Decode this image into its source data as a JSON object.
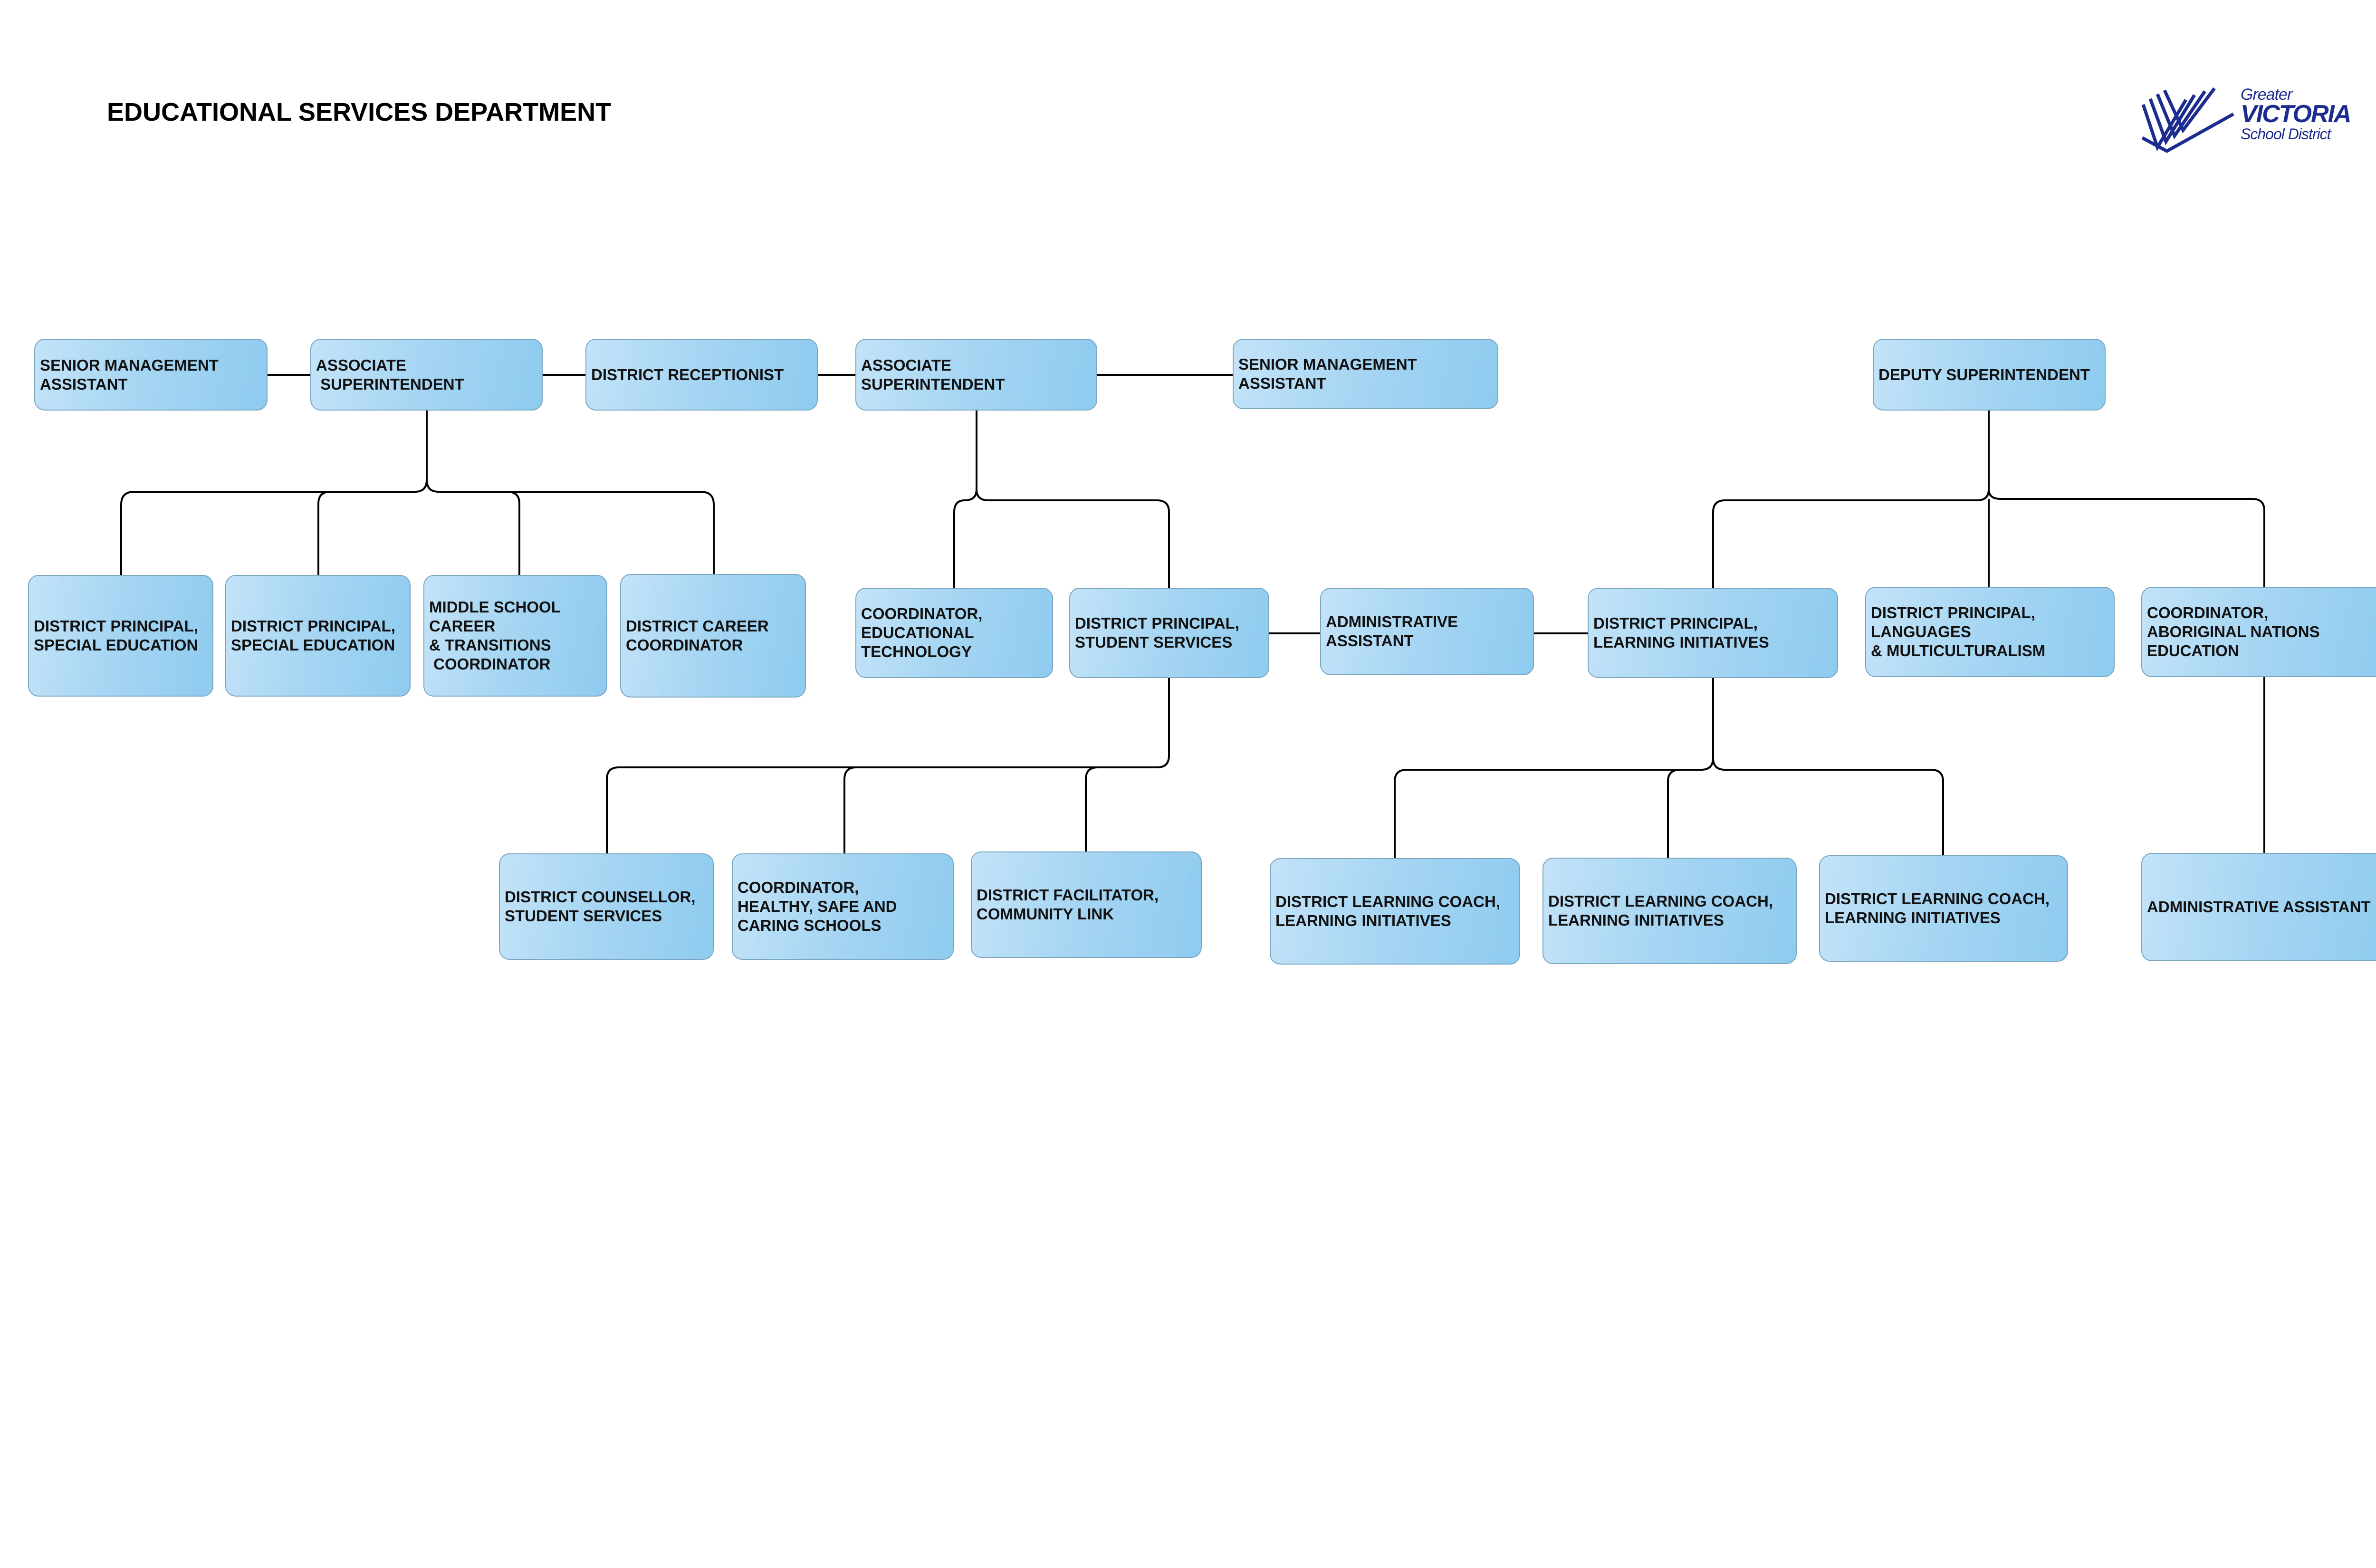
{
  "header": {
    "title": "EDUCATIONAL SERVICES DEPARTMENT",
    "logo": {
      "line1": "Greater",
      "line2": "VICTORIA",
      "line3": "School District",
      "color": "#1d2c8f"
    }
  },
  "colors": {
    "box_fill_light": "#c3e3f8",
    "box_fill_dark": "#8ecbef",
    "box_border": "#7aa6c2",
    "connector": "#000000"
  },
  "boxes": {
    "sma_left": "SENIOR MANAGEMENT\nASSISTANT",
    "assoc_sup_left": "ASSOCIATE\n SUPERINTENDENT",
    "receptionist": "DISTRICT RECEPTIONIST",
    "assoc_sup_mid": "ASSOCIATE\nSUPERINTENDENT",
    "sma_mid": "SENIOR MANAGEMENT\nASSISTANT",
    "deputy_sup": "DEPUTY SUPERINTENDENT",
    "dp_special_ed_1": "DISTRICT PRINCIPAL,\nSPECIAL EDUCATION",
    "dp_special_ed_2": "DISTRICT PRINCIPAL,\nSPECIAL EDUCATION",
    "middle_school": "MIDDLE SCHOOL\nCAREER\n& TRANSITIONS\n COORDINATOR",
    "career_coord": "DISTRICT CAREER\nCOORDINATOR",
    "coord_ed_tech": "COORDINATOR,\nEDUCATIONAL\nTECHNOLOGY",
    "dp_student_services": "DISTRICT PRINCIPAL,\nSTUDENT SERVICES",
    "admin_assistant_mid": "ADMINISTRATIVE\nASSISTANT",
    "dp_learning": "DISTRICT PRINCIPAL,\nLEARNING INITIATIVES",
    "dp_languages": "DISTRICT PRINCIPAL,\nLANGUAGES\n& MULTICULTURALISM",
    "coord_aboriginal": "COORDINATOR,\nABORIGINAL NATIONS\nEDUCATION",
    "counsellor": "DISTRICT COUNSELLOR,\nSTUDENT SERVICES",
    "coord_healthy": "COORDINATOR,\nHEALTHY, SAFE AND\nCARING SCHOOLS",
    "facilitator": "DISTRICT FACILITATOR,\nCOMMUNITY LINK",
    "coach_1": "DISTRICT LEARNING COACH,\nLEARNING INITIATIVES",
    "coach_2": "DISTRICT LEARNING COACH,\nLEARNING INITIATIVES",
    "coach_3": "DISTRICT LEARNING COACH,\nLEARNING INITIATIVES",
    "admin_assistant_right": "ADMINISTRATIVE ASSISTANT"
  }
}
